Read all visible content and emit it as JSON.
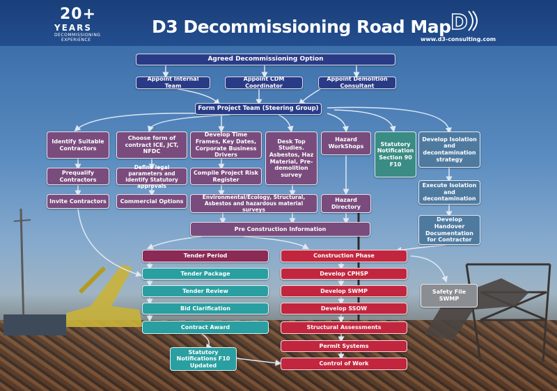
{
  "header": {
    "badge_number": "20+",
    "badge_years": "YEARS",
    "badge_sub1": "DECOMMISSIONING",
    "badge_sub2": "EXPERIENCE",
    "title": "D3 Decommissioning Road Map",
    "url": "www.d3-consulting.com"
  },
  "nodes": {
    "agreed_option": "Agreed Decommissioning Option",
    "appoint_internal": "Appoint Internal Team",
    "appoint_cdm": "Appoint CDM Coordinator",
    "appoint_demolition": "Appoint Demolition Consultant",
    "form_project_team": "Form Project Team (Steering Group)",
    "identify_contractors": "Identify Suitable Contractors",
    "choose_contract": "Choose form of contract ICE, JCT, NFDC",
    "develop_time_frames": "Develop Time Frames, Key Dates, Corporate Business Drivers",
    "desk_top_studies": "Desk Top Studies. Asbestos, Haz Material, Pre- demolition survey",
    "hazard_workshops": "Hazard WorkShops",
    "statutory_notification": "Statutory Notification Section 90 F10",
    "develop_isolation": "Develop Isolation and decontamination strategy",
    "prequalify": "Prequalify Contractors",
    "define_legal": "Define legal parameters and identify Statutory approvals",
    "compile_risk": "Compile Project Risk Register",
    "execute_isolation": "Execute Isolation and decontamination",
    "invite_contractors": "Invite Contractors",
    "commercial_options": "Commercial Options",
    "env_surveys": "Environmental/Ecology, Structural, Asbestos and hazardous material surveys",
    "hazard_directory": "Hazard Directory",
    "handover_docs": "Develop Handover Documentation for Contractor",
    "pre_construction": "Pre Construction Information",
    "tender_period": "Tender Period",
    "tender_package": "Tender Package",
    "tender_review": "Tender Review",
    "bid_clarification": "Bid Clarification",
    "contract_award": "Contract Award",
    "statutory_f10": "Statutory Notifications F10 Updated",
    "construction_phase": "Construction Phase",
    "develop_cphsp": "Develop CPHSP",
    "develop_swmp": "Develop SWMP",
    "develop_ssow": "Develop SSOW",
    "structural_assessments": "Structural Assessments",
    "permit_systems": "Permit Systems",
    "control_of_work": "Control of Work",
    "safety_file": "Safety File SWMP"
  },
  "colors": {
    "navy": "#2a3b86",
    "plum": "#7a4c7d",
    "teal": "#3a8c84",
    "steel": "#4f7aa0",
    "maroon": "#8a2a55",
    "red": "#c2263e",
    "cyan": "#2a9fa1",
    "grey": "#8a8d92"
  }
}
